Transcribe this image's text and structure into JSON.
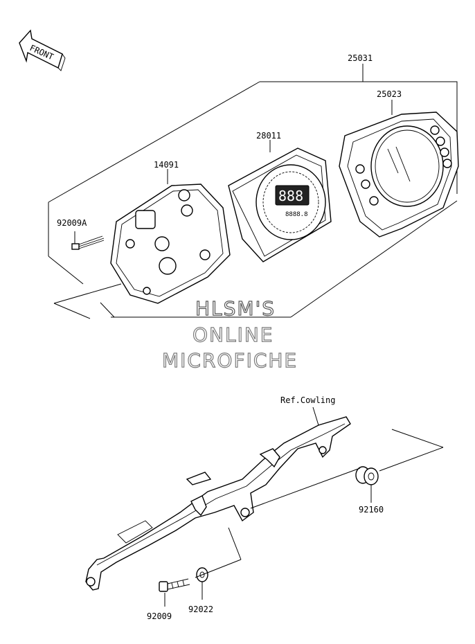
{
  "direction_tag": "FRONT",
  "labels": {
    "meter_assembly": "25031",
    "meter_cover": "25023",
    "meter_unit": "28011",
    "meter_case": "14091",
    "screw_case": "92009A",
    "ref_cowling": "Ref.Cowling",
    "damper": "92160",
    "screw_bracket": "92009",
    "washer": "92022"
  },
  "watermark": {
    "line1": "HLSM'S",
    "line2": "ONLINE",
    "line3": "MICROFICHE"
  },
  "lcd_digits": "888",
  "lcd_small": "8888.8"
}
